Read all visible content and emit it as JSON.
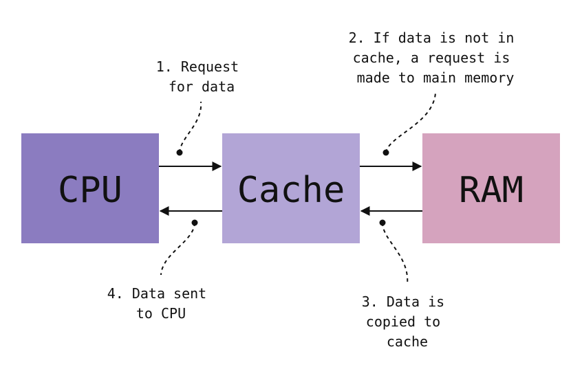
{
  "boxes": {
    "cpu": {
      "label": "CPU",
      "color": "#8b7cc0"
    },
    "cache": {
      "label": "Cache",
      "color": "#b2a5d6"
    },
    "ram": {
      "label": "RAM",
      "color": "#d5a3be"
    }
  },
  "notes": {
    "step1": [
      "1. Request",
      "for data"
    ],
    "step2": [
      "2. If data is not in",
      "cache, a request is",
      "made to main memory"
    ],
    "step3": [
      "3. Data is",
      "copied to",
      "cache"
    ],
    "step4": [
      "4. Data sent",
      "to CPU"
    ]
  },
  "connections": [
    {
      "from": "CPU",
      "to": "Cache",
      "step": "1"
    },
    {
      "from": "Cache",
      "to": "RAM",
      "step": "2"
    },
    {
      "from": "RAM",
      "to": "Cache",
      "step": "3"
    },
    {
      "from": "Cache",
      "to": "CPU",
      "step": "4"
    }
  ],
  "colors": {
    "stroke": "#111111",
    "background": "#ffffff"
  }
}
